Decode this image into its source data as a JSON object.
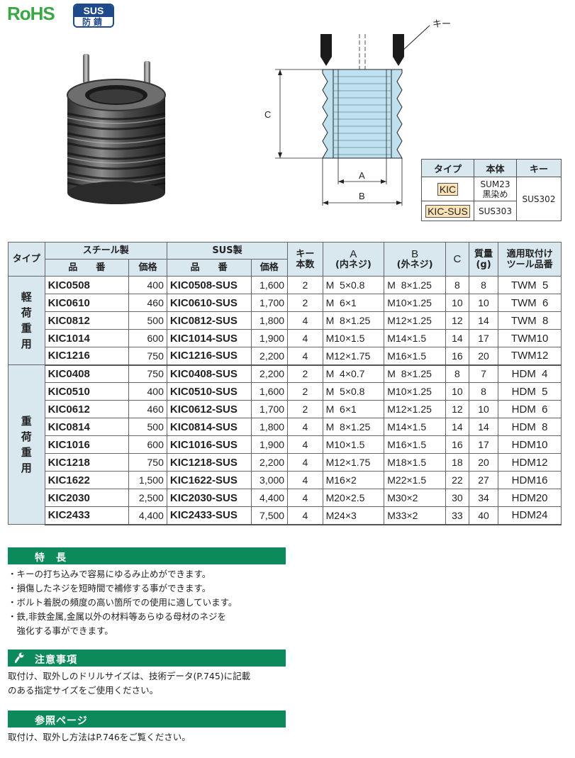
{
  "badges": {
    "rohs": "RoHS",
    "sus_top": "SUS",
    "sus_bottom": "防錆"
  },
  "diagram": {
    "key_label": "キー",
    "dim_c": "C",
    "dim_a": "A",
    "dim_b": "B"
  },
  "material_table": {
    "headers": [
      "タイプ",
      "本体",
      "キー"
    ],
    "rows": [
      {
        "type": "KIC",
        "body_line1": "SUM23",
        "body_line2": "黒染め"
      },
      {
        "type": "KIC-SUS",
        "body_line1": "SUS303"
      }
    ],
    "key_material": "SUS302"
  },
  "main_table": {
    "head": {
      "type": "タイプ",
      "steel": "スチール製",
      "sus": "SUS製",
      "key_count_1": "キー",
      "key_count_2": "本数",
      "a_1": "A",
      "a_2": "(内ネジ)",
      "b_1": "B",
      "b_2": "(外ネジ)",
      "c": "C",
      "mass_1": "質量",
      "mass_2": "(g)",
      "tool_1": "適用取付け",
      "tool_2": "ツール品番",
      "part_no": "品　　番",
      "price": "価格"
    },
    "groups": [
      {
        "label": "軽荷重用",
        "rows": [
          [
            "KIC0508",
            "400",
            "KIC0508-SUS",
            "1,600",
            "2",
            "M  5×0.8",
            "M  8×1.25",
            "8",
            "8",
            "TWM  5"
          ],
          [
            "KIC0610",
            "460",
            "KIC0610-SUS",
            "1,700",
            "2",
            "M  6×1",
            "M10×1.25",
            "10",
            "10",
            "TWM  6"
          ],
          [
            "KIC0812",
            "500",
            "KIC0812-SUS",
            "1,800",
            "4",
            "M  8×1.25",
            "M12×1.25",
            "12",
            "14",
            "TWM  8"
          ],
          [
            "KIC1014",
            "600",
            "KIC1014-SUS",
            "1,900",
            "4",
            "M10×1.5",
            "M14×1.5",
            "14",
            "17",
            "TWM10"
          ],
          [
            "KIC1216",
            "750",
            "KIC1216-SUS",
            "2,200",
            "4",
            "M12×1.75",
            "M16×1.5",
            "16",
            "20",
            "TWM12"
          ]
        ]
      },
      {
        "label": "重荷重用",
        "rows": [
          [
            "KIC0408",
            "750",
            "KIC0408-SUS",
            "2,200",
            "2",
            "M  4×0.7",
            "M  8×1.25",
            "8",
            "7",
            "HDM  4"
          ],
          [
            "KIC0510",
            "400",
            "KIC0510-SUS",
            "1,600",
            "2",
            "M  5×0.8",
            "M10×1.25",
            "10",
            "8",
            "HDM  5"
          ],
          [
            "KIC0612",
            "460",
            "KIC0612-SUS",
            "1,700",
            "2",
            "M  6×1",
            "M12×1.25",
            "12",
            "10",
            "HDM  6"
          ],
          [
            "KIC0814",
            "500",
            "KIC0814-SUS",
            "1,800",
            "4",
            "M  8×1.25",
            "M14×1.5",
            "14",
            "14",
            "HDM  8"
          ],
          [
            "KIC1016",
            "600",
            "KIC1016-SUS",
            "1,900",
            "4",
            "M10×1.5",
            "M16×1.5",
            "16",
            "17",
            "HDM10"
          ],
          [
            "KIC1218",
            "750",
            "KIC1218-SUS",
            "2,200",
            "4",
            "M12×1.75",
            "M18×1.5",
            "18",
            "20",
            "HDM12"
          ],
          [
            "KIC1622",
            "1,500",
            "KIC1622-SUS",
            "3,000",
            "4",
            "M16×2",
            "M22×1.5",
            "22",
            "27",
            "HDM16"
          ],
          [
            "KIC2030",
            "2,500",
            "KIC2030-SUS",
            "4,400",
            "4",
            "M20×2.5",
            "M30×2",
            "30",
            "34",
            "HDM20"
          ],
          [
            "KIC2433",
            "4,400",
            "KIC2433-SUS",
            "7,500",
            "4",
            "M24×3",
            "M33×2",
            "33",
            "40",
            "HDM24"
          ]
        ]
      }
    ]
  },
  "features": {
    "title": "特　長",
    "items": [
      "・キーの打ち込みで容易にゆるみ止めができます。",
      "・損傷したネジを短時間で補修する事ができます。",
      "・ボルト着脱の頻度の高い箇所での使用に適しています。",
      "・鉄,非鉄金属,金属以外の材料等あらゆる母材のネジを",
      "　強化する事ができます。"
    ]
  },
  "caution": {
    "title": "注意事項",
    "lines": [
      "取付け、取外しのドリルサイズは、技術データ(P.745)に記載",
      "のある指定サイズをご使用ください。"
    ]
  },
  "reference": {
    "title": "参照ページ",
    "lines": [
      "取付け、取外し方法はP.746をご覧ください。"
    ]
  },
  "colors": {
    "section_bg": "#0d8a5c",
    "header_bg": "#d9e7ef",
    "type_tag_bg": "#fce3b7",
    "rohs": "#3aa646",
    "sus_badge": "#1e4a8c"
  }
}
